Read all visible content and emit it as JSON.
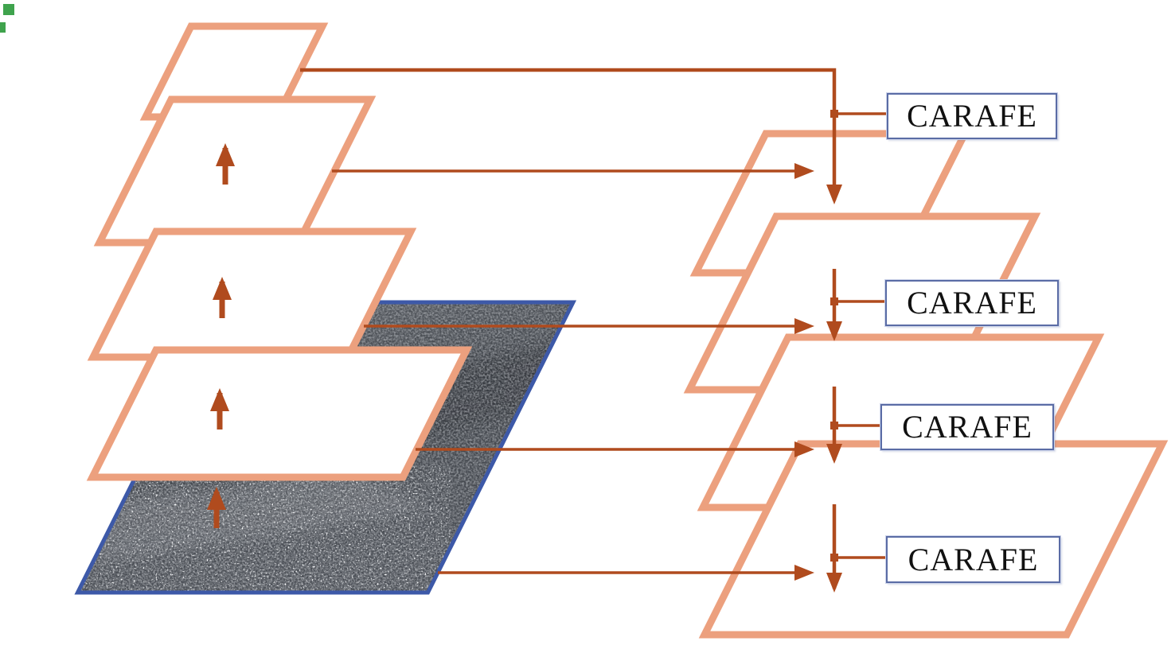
{
  "modules": [
    {
      "label": "CARAFE"
    },
    {
      "label": "CARAFE"
    },
    {
      "label": "CARAFE"
    },
    {
      "label": "CARAFE"
    }
  ],
  "structure": {
    "left_pyramid_levels": 4,
    "right_pyramid_levels": 4,
    "input_image": "grayscale SAR/aerial image plane",
    "upsample_arrows": 4,
    "lateral_connections": 5,
    "top_down_arrows": 4
  },
  "colors": {
    "background": "#FFFFFF",
    "plane_border": "#ECA07E",
    "plane_fill": "#FFFFFF",
    "arrow": "#B04B1E",
    "image_border": "#3D59A8",
    "module_border": "#5A6CA5",
    "module_fill": "#FFFFFF",
    "module_text": "#111111",
    "artifact_green": "#3FA34D"
  }
}
